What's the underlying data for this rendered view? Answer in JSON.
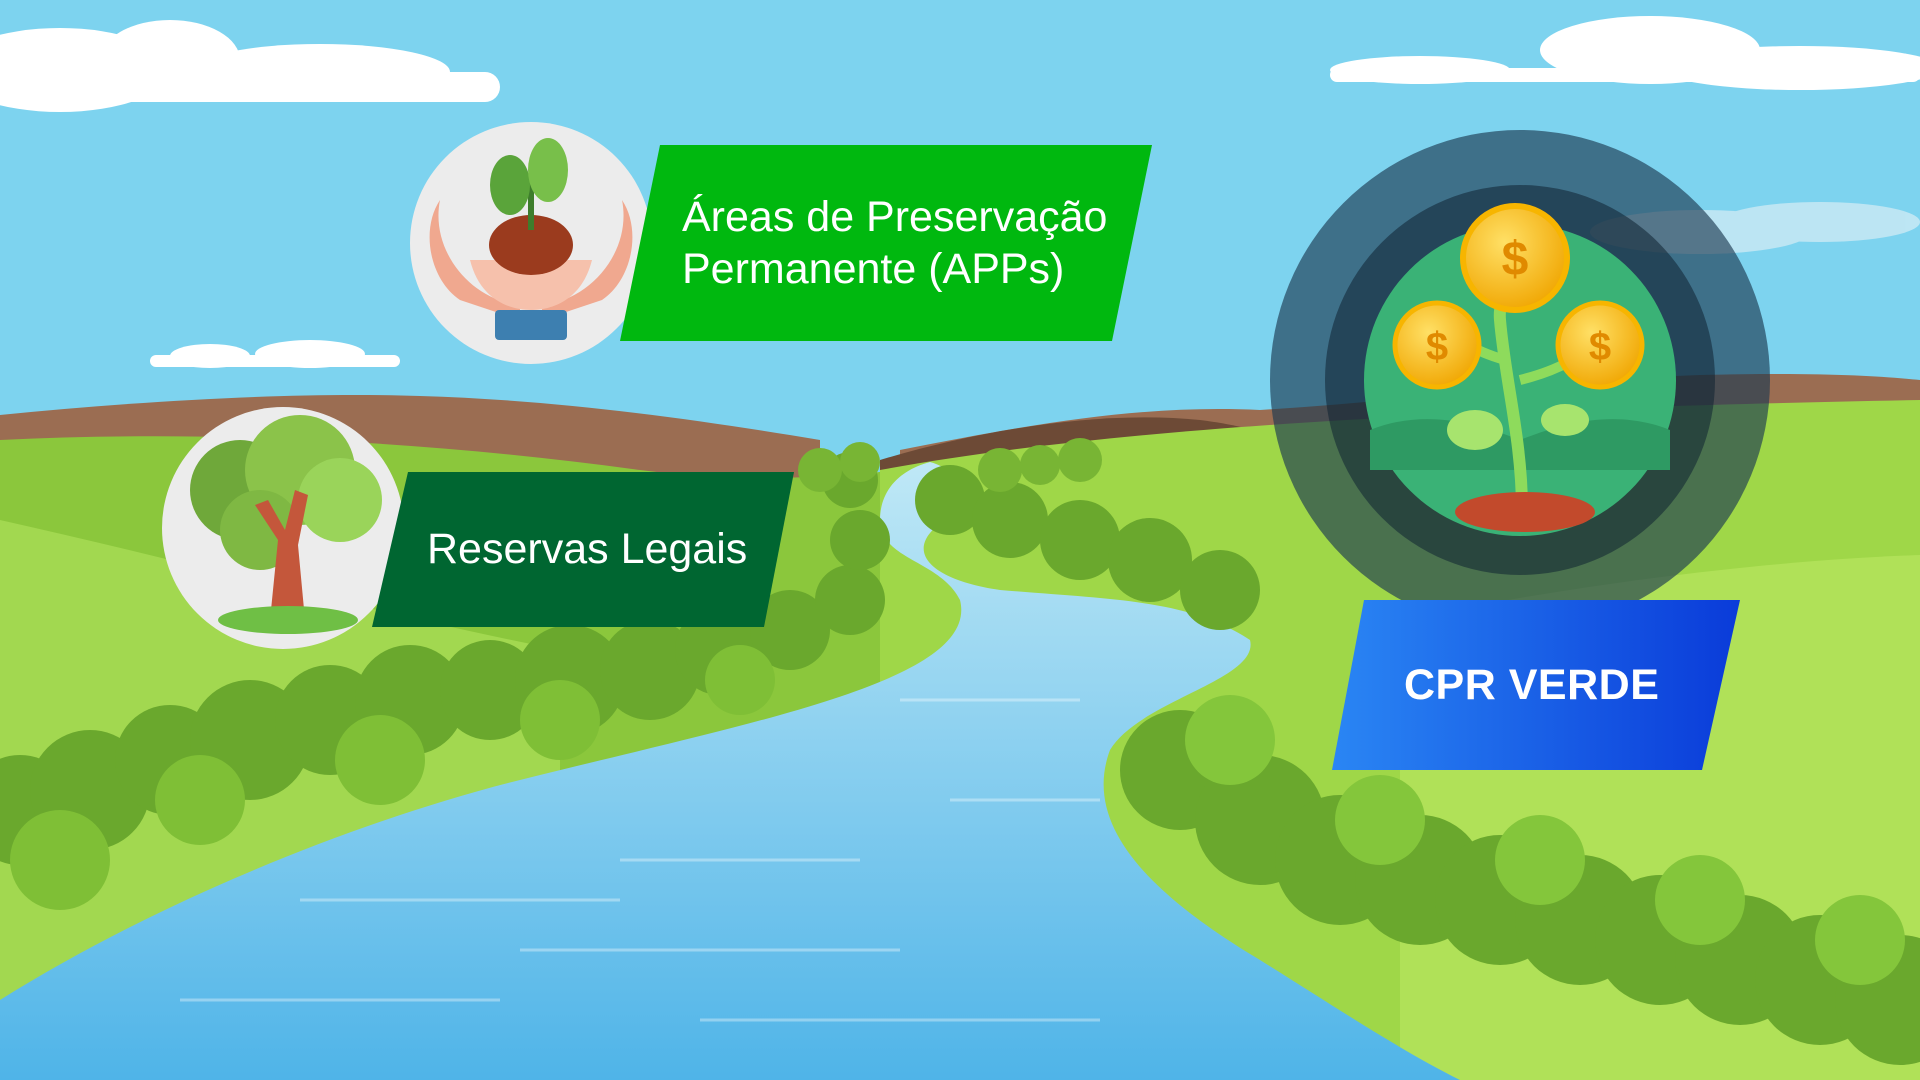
{
  "labels": {
    "apps": {
      "line1": "Áreas de Preservação",
      "line2": "Permanente (APPs)"
    },
    "reservas": "Reservas Legais",
    "cpr": "CPR VERDE"
  },
  "icons": {
    "apps": "hands-holding-plant-icon",
    "reservas": "tree-icon",
    "cpr": "money-plant-icon"
  },
  "colors": {
    "sky": "#7dd3ef",
    "apps_label": "#00b80f",
    "reservas_label": "#006631",
    "cpr_label_start": "#2a86f4",
    "cpr_label_end": "#0a3bd9",
    "river": "#6ec6ec",
    "grass": "#8fcf3a"
  }
}
